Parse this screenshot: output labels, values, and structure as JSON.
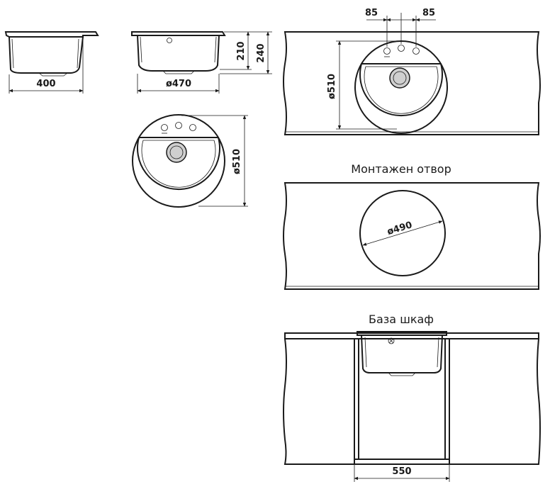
{
  "dimensions": {
    "side_width": "400",
    "front_diameter": "ø470",
    "depth_inner": "210",
    "depth_total": "240",
    "top_diameter": "ø510",
    "install_diameter": "ø510",
    "tap_spacing_left": "85",
    "tap_spacing_right": "85",
    "cutout_diameter": "ø490",
    "cabinet_width": "550"
  },
  "captions": {
    "mounting_hole": "Монтажен отвор",
    "cabinet_base": "База шкаф"
  }
}
